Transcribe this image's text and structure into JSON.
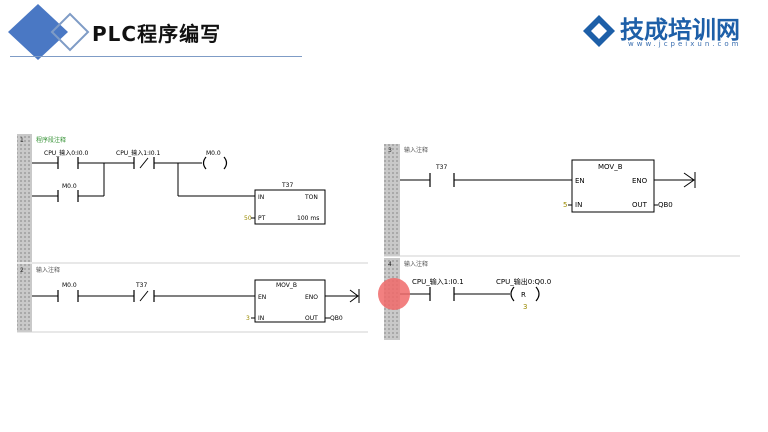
{
  "header": {
    "title": "PLC程序编写",
    "brand_name": "技成培训网",
    "brand_url": "www.jcpeixun.com"
  },
  "networks": [
    {
      "number": "1",
      "comment": "程序段注释",
      "contacts": [
        {
          "label": "CPU_输入0:I0.0",
          "type": "NO"
        },
        {
          "label": "CPU_输入1:I0.1",
          "type": "NC"
        },
        {
          "label": "M0.0",
          "type": "NO"
        }
      ],
      "coil_label": "M0.0",
      "timer": {
        "name": "T37",
        "in": "IN",
        "type": "TON",
        "pt_value": "50",
        "pt": "PT",
        "base": "100 ms"
      }
    },
    {
      "number": "2",
      "comment": "输入注释",
      "contacts": [
        {
          "label": "M0.0",
          "type": "NO"
        },
        {
          "label": "T37",
          "type": "NC"
        }
      ],
      "box": {
        "name": "MOV_B",
        "en": "EN",
        "eno": "ENO",
        "in": "IN",
        "in_value": "3",
        "out": "OUT",
        "out_value": "QB0"
      }
    },
    {
      "number": "3",
      "comment": "输入注释",
      "contacts": [
        {
          "label": "T37",
          "type": "NO"
        }
      ],
      "box": {
        "name": "MOV_B",
        "en": "EN",
        "eno": "ENO",
        "in": "IN",
        "in_value": "5",
        "out": "OUT",
        "out_value": "QB0"
      }
    },
    {
      "number": "4",
      "comment": "输入注释",
      "contacts": [
        {
          "label": "CPU_输入1:I0.1",
          "type": "NO"
        }
      ],
      "coil": {
        "label": "CPU_输出0:Q0.0",
        "type": "R",
        "count": "3"
      }
    }
  ],
  "colors": {
    "accent_blue": "#4a78c4",
    "rail": "#b9b9b9",
    "comment_green": "#2f8f2f",
    "value_gold": "#9a8a00",
    "cursor": "#f06a6a"
  }
}
